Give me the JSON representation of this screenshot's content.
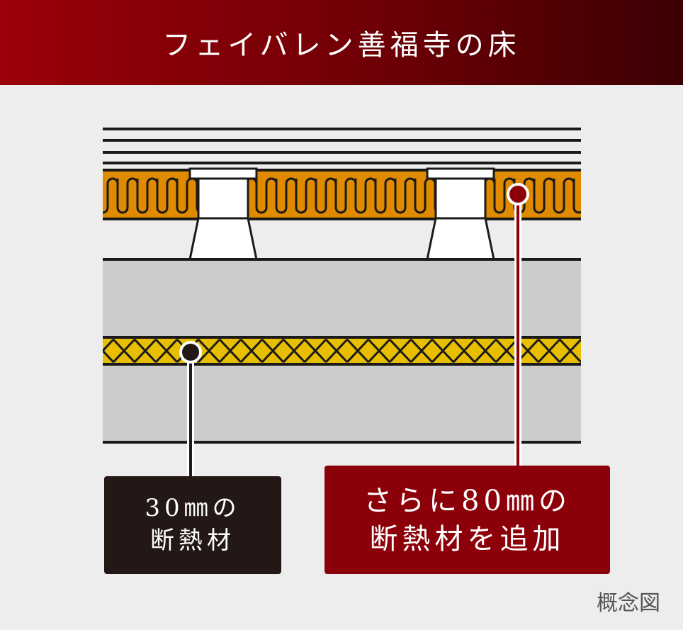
{
  "header": {
    "title": "フェイバレン善福寺の床"
  },
  "labels": {
    "existing": {
      "line1": "30㎜の",
      "line2": "断熱材"
    },
    "added": {
      "line1": "さらに80㎜の",
      "line2": "断熱材を追加"
    }
  },
  "footnote": "概念図",
  "colors": {
    "header_start": "#9c0008",
    "header_end": "#3c0003",
    "background": "#ededed",
    "orange_insulation": "#e08a00",
    "yellow_insulation": "#e8bf00",
    "concrete": "#cccccc",
    "dark_label": "#231816",
    "red_label": "#8c0009",
    "outline": "#1a1a1a"
  }
}
